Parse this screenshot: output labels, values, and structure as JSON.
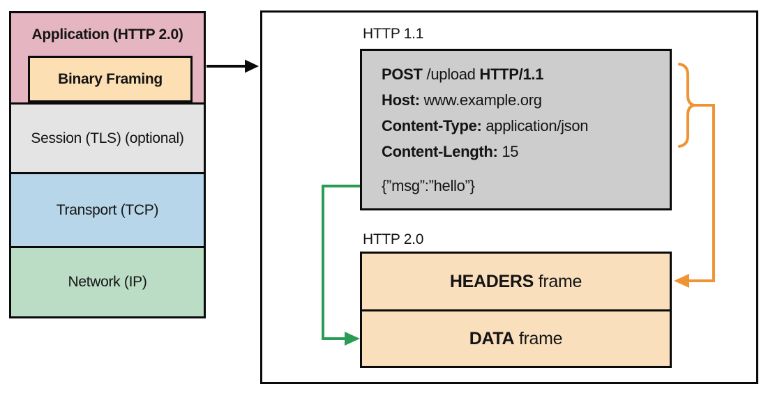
{
  "stack": {
    "application": {
      "label": "Application (HTTP 2.0)"
    },
    "binary_framing": {
      "label": "Binary Framing"
    },
    "session": {
      "label": "Session (TLS) (optional)"
    },
    "transport": {
      "label": "Transport (TCP)"
    },
    "network": {
      "label": "Network (IP)"
    }
  },
  "panel": {
    "http11_label": "HTTP 1.1",
    "http20_label": "HTTP 2.0",
    "request": {
      "lines": [
        {
          "gap_before": false,
          "segments": [
            {
              "t": "POST",
              "b": 1
            },
            {
              "t": " /upload ",
              "b": 0
            },
            {
              "t": "HTTP/1.1",
              "b": 1
            }
          ]
        },
        {
          "gap_before": false,
          "segments": [
            {
              "t": "Host:",
              "b": 1
            },
            {
              "t": " www.example.org",
              "b": 0
            }
          ]
        },
        {
          "gap_before": false,
          "segments": [
            {
              "t": "Content-Type:",
              "b": 1
            },
            {
              "t": " application/json",
              "b": 0
            }
          ]
        },
        {
          "gap_before": false,
          "segments": [
            {
              "t": "Content-Length:",
              "b": 1
            },
            {
              "t": " 15",
              "b": 0
            }
          ]
        },
        {
          "gap_before": true,
          "segments": [
            {
              "t": "{”msg”:”hello”}",
              "b": 0
            }
          ]
        }
      ]
    },
    "frames": [
      {
        "name": "HEADERS",
        "suffix": " frame"
      },
      {
        "name": "DATA",
        "suffix": " frame"
      }
    ]
  },
  "colors": {
    "application_bg": "#e5b6c2",
    "binary_framing_bg": "#fcdfb3",
    "session_bg": "#e4e4e4",
    "transport_bg": "#b8d6e9",
    "network_bg": "#bbdcc5",
    "request_bg": "#cdcdcd",
    "frame_bg": "#fadfbd",
    "arrow_black": "#0a0a0a",
    "arrow_orange": "#ee9434",
    "arrow_green": "#2b9c53"
  }
}
